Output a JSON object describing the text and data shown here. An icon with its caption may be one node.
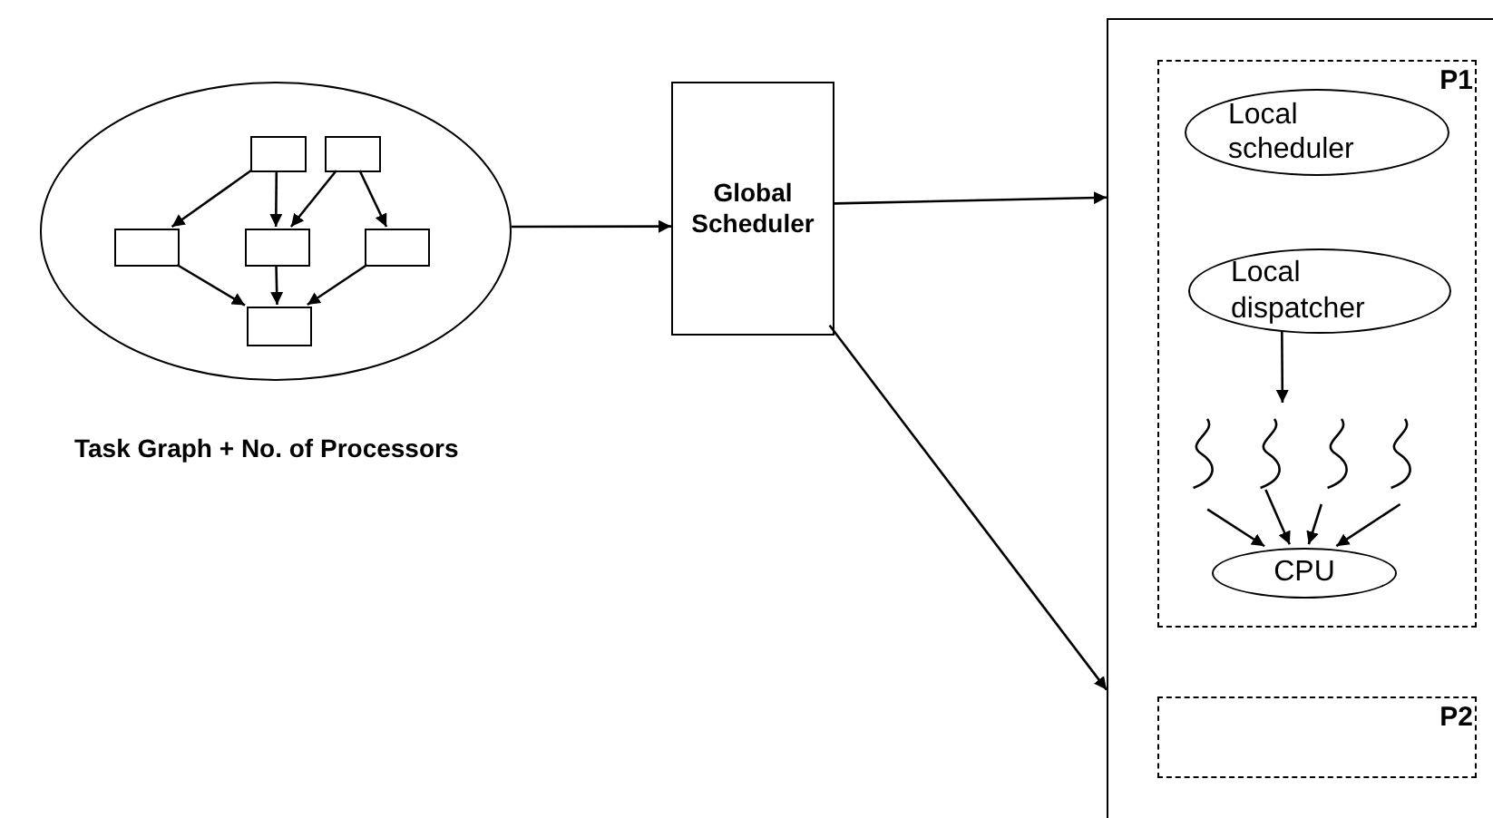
{
  "diagram": {
    "nodes": [
      {
        "text": [
          "Task Graph + No. of Processors"
        ]
      },
      {
        "text": [],
        "shape": "box",
        "in": 0
      },
      {
        "text": [],
        "shape": "box",
        "in": 0
      },
      {
        "text": [],
        "shape": "box",
        "in": 0
      },
      {
        "text": [],
        "shape": "box",
        "in": 0
      },
      {
        "text": [],
        "shape": "box",
        "in": 0
      },
      {
        "text": [],
        "shape": "box",
        "in": 0
      },
      {
        "text": [
          "Global Scheduler"
        ]
      },
      {
        "text": [],
        "shape": "box"
      },
      {
        "text": [
          "P1"
        ],
        "in": 8
      },
      {
        "text": [
          "Local scheduler"
        ],
        "in": 9
      },
      {
        "text": [
          "Local dispatcher"
        ],
        "in": 9
      },
      {
        "text": [],
        "shape": "wave",
        "in": 9
      },
      {
        "text": [],
        "shape": "wave",
        "in": 9
      },
      {
        "text": [],
        "shape": "wave",
        "in": 9
      },
      {
        "text": [],
        "shape": "wave",
        "in": 9
      },
      {
        "text": [
          "CPU"
        ],
        "in": 9
      },
      {
        "text": [
          "P2"
        ],
        "in": 8
      }
    ],
    "edges": [
      {
        "from": 0,
        "to": 7,
        "arrow": "to"
      },
      {
        "from": 1,
        "to": 3,
        "arrow": "to"
      },
      {
        "from": 1,
        "to": 4,
        "arrow": "to"
      },
      {
        "from": 2,
        "to": 4,
        "arrow": "to"
      },
      {
        "from": 2,
        "to": 5,
        "arrow": "to"
      },
      {
        "from": 3,
        "to": 6,
        "arrow": "to"
      },
      {
        "from": 4,
        "to": 6,
        "arrow": "to"
      },
      {
        "from": 5,
        "to": 6,
        "arrow": "to"
      },
      {
        "from": 7,
        "to": 8,
        "arrow": "to"
      },
      {
        "from": 7,
        "to": 8,
        "arrow": "to"
      },
      {
        "from": 11,
        "to": 13,
        "arrow": "to"
      },
      {
        "from": 12,
        "to": 16,
        "arrow": "to"
      },
      {
        "from": 13,
        "to": 16,
        "arrow": "to"
      },
      {
        "from": 14,
        "to": 16,
        "arrow": "to"
      },
      {
        "from": 15,
        "to": 16,
        "arrow": "to"
      }
    ]
  }
}
